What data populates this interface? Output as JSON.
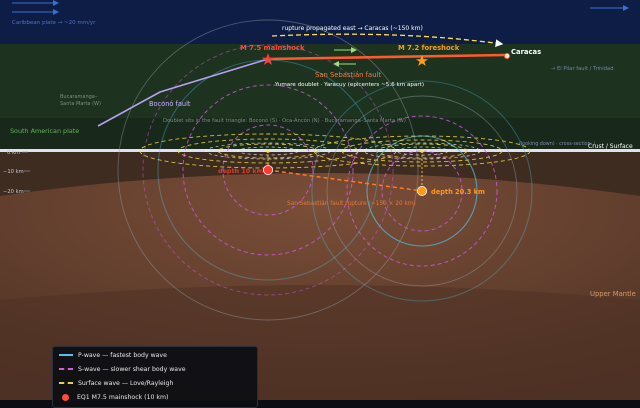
{
  "labels": {
    "plate_caribbean": "Caribbean plate → ~20 mm/yr",
    "plate_south_american": "South American plate",
    "rupture_propagation": "rupture propagated east → Caracas (~150 km)",
    "mainshock": "M 7.5 mainshock",
    "foreshock": "M 7.2 foreshock",
    "city": "Caracas",
    "fault_san_sebastian": "San Sebastián fault",
    "doublet_note": "Yumare doublet · Yaracuy (epicenters ~5.6 km apart)",
    "fault_el_pilar": "→ El Pilar fault / Trinidad",
    "fault_bucaramanga": "Bucaramanga–Santa Marta (W)",
    "fault_bocono": "Boconó fault",
    "triangle_note": "Doublet sits in the fault triangle: Boconó (S) · Oca-Ancón (N) · Bucaramanga–Santa Marta (W)",
    "crust_surface": "Crust / Surface",
    "cross_section_note": "(looking down) · cross-section ↓",
    "depth_mainshock": "depth 10 km",
    "depth_foreshock": "depth 20.3 km",
    "rupture_note": "San Sebastián fault rupture (~150 × 20 km)",
    "upper_mantle": "Upper Mantle",
    "depth_ticks": [
      "0 km",
      "−10 km",
      "−20 km"
    ]
  },
  "legend": [
    {
      "key": "p",
      "label": "P-wave — fastest body wave",
      "color": "#4fc3e8",
      "style": "solid"
    },
    {
      "key": "s",
      "label": "S-wave — slower shear body wave",
      "color": "#d25be0",
      "style": "dashed"
    },
    {
      "key": "surface",
      "label": "Surface wave — Love/Rayleigh",
      "color": "#e8d23c",
      "style": "dashed"
    },
    {
      "key": "eq1",
      "label": "EQ1 M7.5 mainshock (10 km)",
      "color": "#ff4b3a",
      "style": "dot"
    }
  ],
  "colors": {
    "ocean": "#0d1d45",
    "land": "#1e3320",
    "crust": "#4a3325",
    "mantle": "#6b4430",
    "fault": "#ff6a30",
    "bocono": "#b9a0f0",
    "mainshock": "#ff3b30",
    "foreshock": "#ff9a1a",
    "p_wave": "#4fc3e8",
    "s_wave": "#d25be0",
    "surface_wave": "#e8d23c"
  }
}
